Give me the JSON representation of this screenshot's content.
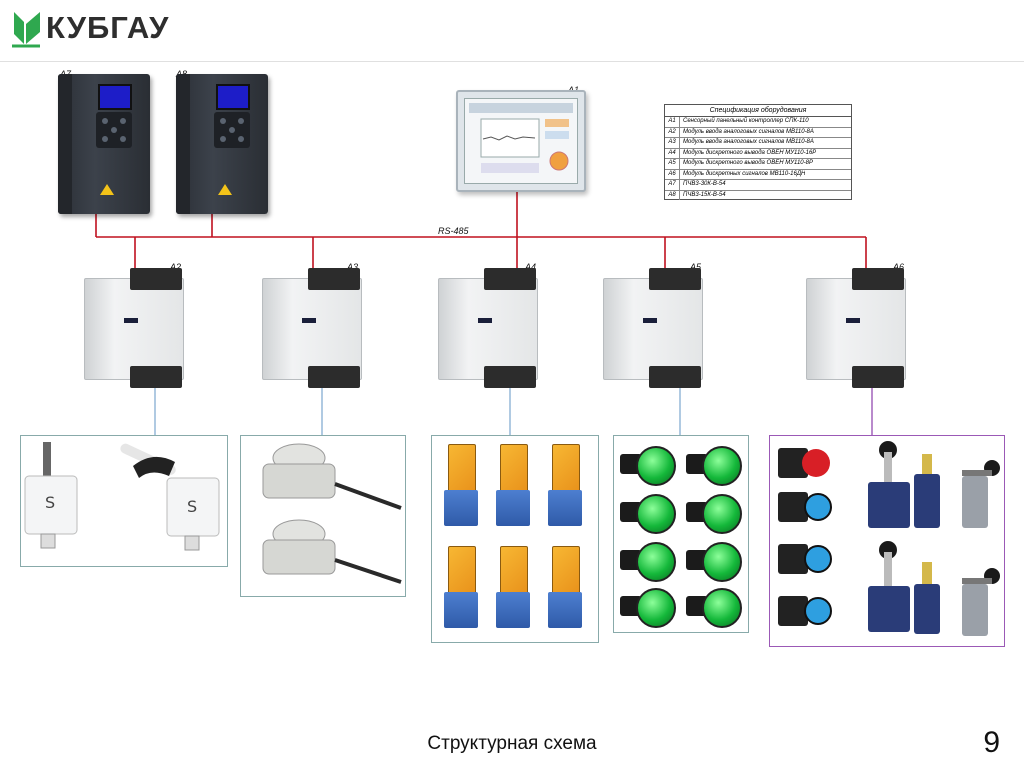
{
  "header": {
    "logo_text": "КУБГАУ"
  },
  "devices": {
    "a7": "A7",
    "a8": "A8",
    "a1": "A1",
    "a2": "A2",
    "a3": "A3",
    "a4": "A4",
    "a5": "A5",
    "a6": "A6"
  },
  "bus_label": "RS-485",
  "spec_table": {
    "title": "Спецификация оборудования",
    "rows": [
      {
        "id": "A1",
        "name": "Сенсорный панельный контроллер СПК-110"
      },
      {
        "id": "A2",
        "name": "Модуль ввода аналоговых сигналов МВ110-8А"
      },
      {
        "id": "A3",
        "name": "Модуль ввода аналоговых сигналов МВ110-8А"
      },
      {
        "id": "A4",
        "name": "Модуль дискретного вывода ОВЕН МУ110-16Р"
      },
      {
        "id": "A5",
        "name": "Модуль дискретного вывода ОВЕН МУ110-8Р"
      },
      {
        "id": "A6",
        "name": "Модуль дискретных сигналов МВ110-16ДН"
      },
      {
        "id": "A7",
        "name": "ПЧВ3-30К-В-54"
      },
      {
        "id": "A8",
        "name": "ПЧВ3-15К-В-54"
      }
    ]
  },
  "colors": {
    "bus": "#c0111f",
    "link_blue": "#8fb4d6",
    "link_purple": "#9b59b6",
    "logo_green": "#2fa84f"
  },
  "footer": {
    "caption": "Структурная схема",
    "page_number": "9"
  }
}
